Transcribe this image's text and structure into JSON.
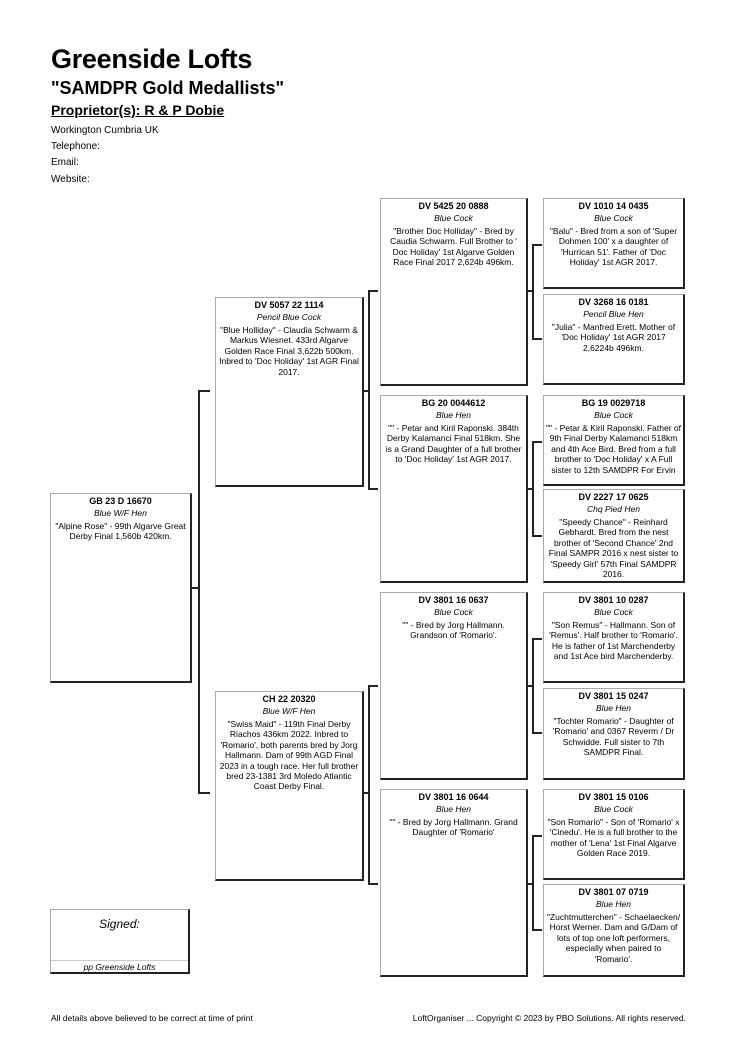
{
  "header": {
    "title": "Greenside Lofts",
    "subtitle": "\"SAMDPR Gold Medallists\"",
    "proprietor": "Proprietor(s): R & P Dobie",
    "location": "Workington Cumbria UK",
    "telephone": "Telephone:",
    "email": "Email:",
    "website": "Website:"
  },
  "pedigree": {
    "subject": {
      "ring": "GB 23 D 16670",
      "colour": "Blue W/F Hen",
      "desc": "\"Alpine Rose\" - 99th Algarve Great Derby Final 1,560b 420km."
    },
    "sire": {
      "ring": "DV 5057 22 1114",
      "colour": "Pencil Blue Cock",
      "desc": "\"Blue Holliday\" - Claudia Schwarm & Markus Wiesnet. 433rd Algarve Golden Race Final 3,622b 500km. Inbred to 'Doc Holiday' 1st AGR Final 2017."
    },
    "dam": {
      "ring": "CH 22 20320",
      "colour": "Blue W/F Hen",
      "desc": "\"Swiss Maid\" - 119th Final Derby Riachos 436km 2022. Inbred to 'Romario', both parents bred by Jorg Hallmann. Dam of 99th AGD Final 2023 in a tough race. Her full brother bred 23-1381 3rd Moledo Atlantic Coast Derby Final."
    },
    "ss": {
      "ring": "DV 5425 20 0888",
      "colour": "Blue Cock",
      "desc": "\"Brother Doc Holliday\" - Bred by Caudia Schwarm. Full Brother to ' Doc Holiday' 1st Algarve Golden Race Final 2017 2,624b 496km."
    },
    "sd": {
      "ring": "BG 20 0044612",
      "colour": "Blue Hen",
      "desc": "\"\" - Petar and Kiril Raponski. 384th Derby Kalamanci Final 518km. She is a Grand Daughter of a full brother to 'Doc Holiday' 1st AGR 2017."
    },
    "ds": {
      "ring": "DV 3801 16 0637",
      "colour": "Blue Cock",
      "desc": "\"\" - Bred by Jorg Hallmann. Grandson of 'Romario'."
    },
    "dd": {
      "ring": "DV 3801 16 0644",
      "colour": "Blue Hen",
      "desc": "\"\" - Bred by Jorg Hallmann. Grand Daughter of 'Romario'"
    },
    "sss": {
      "ring": "DV 1010 14 0435",
      "colour": "Blue Cock",
      "desc": "\"Balu\" - Bred from a son of 'Super Dohmen 100' x a daughter of 'Hurrican 51'. Father of 'Doc Holiday' 1st AGR 2017."
    },
    "ssd": {
      "ring": "DV 3268 16 0181",
      "colour": "Pencil Blue Hen",
      "desc": "\"Julia\" - Manfred Erett. Mother of 'Doc Holiday' 1st AGR 2017 2,6224b 496km."
    },
    "sds": {
      "ring": "BG 19 0029718",
      "colour": "Blue Cock",
      "desc": "\"\" - Petar & Kiril Raponski. Father of 9th Final Derby Kalamanci 518km and 4th Ace Bird. Bred from a full brother to 'Doc Holiday'  x  A Full sister to 12th SAMDPR  For Ervin"
    },
    "sdd": {
      "ring": "DV 2227 17 0625",
      "colour": "Chq Pied Hen",
      "desc": "\"Speedy Chance\" - Reinhard Gebhardt. Bred from the nest brother of 'Second Chance' 2nd Final SAMPR 2016 x nest sister to 'Speedy Girl' 57th Final SAMDPR 2016."
    },
    "dss": {
      "ring": "DV 3801 10 0287",
      "colour": "Blue Cock",
      "desc": "\"Son Remus\" - Hallmann. Son of 'Remus'. Half brother to 'Romario'. He is father of 1st Marchenderby and 1st Ace bird Marchenderby."
    },
    "dsd": {
      "ring": "DV 3801 15 0247",
      "colour": "Blue Hen",
      "desc": "\"Tochter Romario\" - Daughter of 'Romario' and 0367 Reverm / Dr Schwidde. Full sister to 7th SAMDPR Final."
    },
    "dds": {
      "ring": "DV 3801 15 0106",
      "colour": "Blue Cock",
      "desc": "\"Son Romario\" - Son of 'Romario' x 'Cinedu'. He is a full brother to the mother of 'Lena' 1st Final Algarve Golden Race 2019."
    },
    "ddd": {
      "ring": "DV 3801 07 0719",
      "colour": "Blue Hen",
      "desc": "\"Zuchtmutterchen\" - Schaelaecken/ Horst Werner. Dam and G/Dam of lots of top one loft performers, especially when paired to 'Romario'."
    }
  },
  "signature": {
    "signed": "Signed:",
    "pp": "pp Greenside Lofts"
  },
  "footer": {
    "left": "All details above believed to be correct at time of print",
    "right": "LoftOrganiser ... Copyright © 2023 by PBO Solutions. All rights reserved."
  }
}
